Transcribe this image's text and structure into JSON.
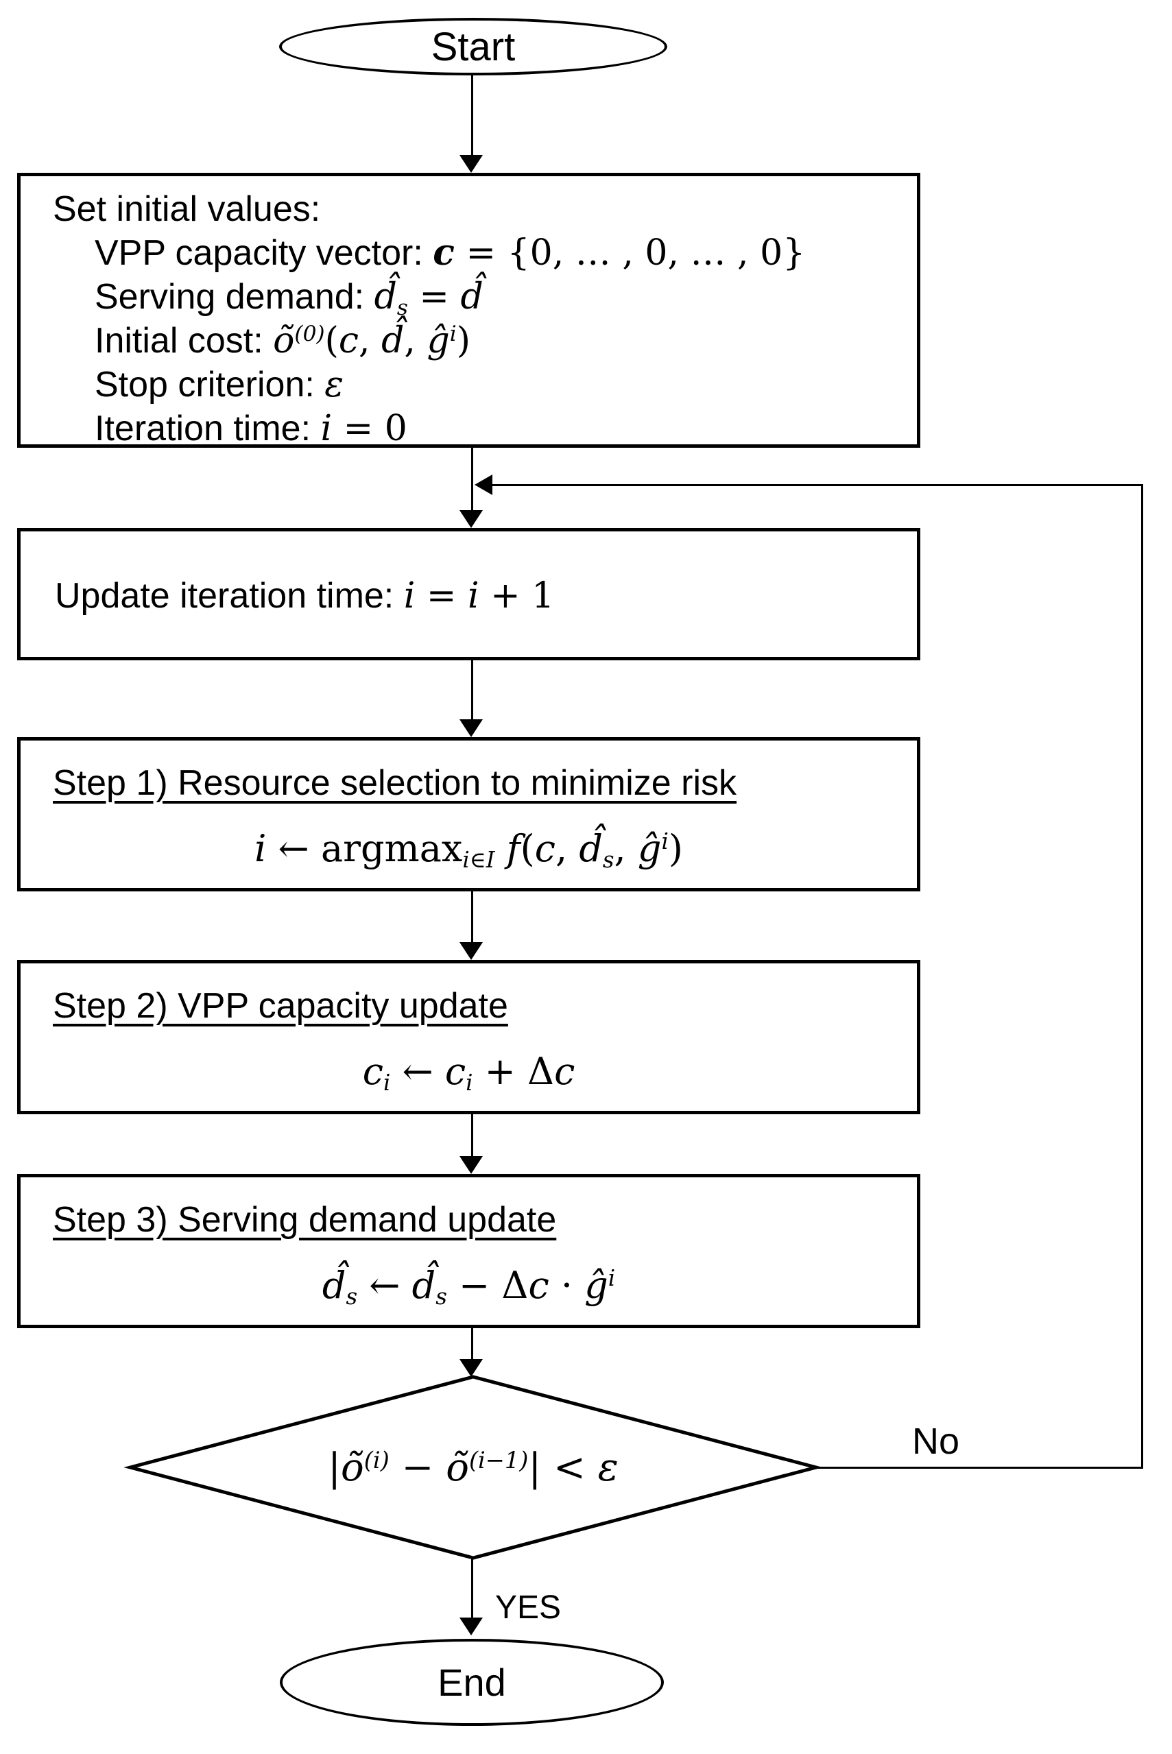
{
  "flowchart": {
    "colors": {
      "stroke": "#000000",
      "background": "#ffffff",
      "text": "#000000"
    },
    "start": {
      "label": "Start"
    },
    "end": {
      "label": "End"
    },
    "init_box": {
      "heading": "Set initial values:",
      "items": [
        {
          "label": "VPP capacity vector: ",
          "math": [
            {
              "t": "c",
              "c": "vb"
            },
            {
              "t": " = {0, … , 0, … , 0}",
              "c": "r"
            }
          ]
        },
        {
          "label": "Serving demand: ",
          "math": [
            {
              "t": "d̂",
              "c": "v"
            },
            {
              "t": "s",
              "c": "sub"
            },
            {
              "t": " = ",
              "c": "r"
            },
            {
              "t": "d̂",
              "c": "v"
            }
          ]
        },
        {
          "label": "Initial cost: ",
          "math": [
            {
              "t": "õ",
              "c": "v"
            },
            {
              "t": "(0)",
              "c": "sup"
            },
            {
              "t": "(",
              "c": "r"
            },
            {
              "t": "c",
              "c": "v"
            },
            {
              "t": ", ",
              "c": "r"
            },
            {
              "t": "d̂",
              "c": "v"
            },
            {
              "t": ", ",
              "c": "r"
            },
            {
              "t": "ĝ",
              "c": "v"
            },
            {
              "t": "i",
              "c": "sup"
            },
            {
              "t": ")",
              "c": "r"
            }
          ]
        },
        {
          "label": "Stop criterion: ",
          "math": [
            {
              "t": "ε",
              "c": "v"
            }
          ]
        },
        {
          "label": "Iteration time: ",
          "math": [
            {
              "t": "i",
              "c": "v"
            },
            {
              "t": " = 0",
              "c": "r"
            }
          ]
        }
      ]
    },
    "update_box": {
      "label": "Update iteration time: ",
      "math": [
        {
          "t": "i",
          "c": "v"
        },
        {
          "t": " = ",
          "c": "r"
        },
        {
          "t": "i",
          "c": "v"
        },
        {
          "t": " + 1",
          "c": "r"
        }
      ]
    },
    "step1_box": {
      "title": "Step 1) Resource selection to minimize risk",
      "formula": [
        {
          "t": "i",
          "c": "v"
        },
        {
          "t": " ← ",
          "c": "r"
        },
        {
          "t": "argmax",
          "c": "r"
        },
        {
          "t": "i∈I",
          "c": "sub"
        },
        {
          "t": " f",
          "c": "v"
        },
        {
          "t": "(",
          "c": "r"
        },
        {
          "t": "c",
          "c": "v"
        },
        {
          "t": ", ",
          "c": "r"
        },
        {
          "t": "d̂",
          "c": "v"
        },
        {
          "t": "s",
          "c": "sub"
        },
        {
          "t": ", ",
          "c": "r"
        },
        {
          "t": "ĝ",
          "c": "v"
        },
        {
          "t": "i",
          "c": "sup"
        },
        {
          "t": ")",
          "c": "r"
        }
      ]
    },
    "step2_box": {
      "title": "Step 2) VPP capacity update",
      "formula": [
        {
          "t": "c",
          "c": "v"
        },
        {
          "t": "i",
          "c": "sub"
        },
        {
          "t": " ← ",
          "c": "r"
        },
        {
          "t": "c",
          "c": "v"
        },
        {
          "t": "i",
          "c": "sub"
        },
        {
          "t": " + Δ",
          "c": "r"
        },
        {
          "t": "c",
          "c": "v"
        }
      ]
    },
    "step3_box": {
      "title": "Step 3) Serving demand update",
      "formula": [
        {
          "t": "d̂",
          "c": "v"
        },
        {
          "t": "s",
          "c": "sub"
        },
        {
          "t": " ← ",
          "c": "r"
        },
        {
          "t": "d̂",
          "c": "v"
        },
        {
          "t": "s",
          "c": "sub"
        },
        {
          "t": " − Δ",
          "c": "r"
        },
        {
          "t": "c",
          "c": "v"
        },
        {
          "t": " · ",
          "c": "r"
        },
        {
          "t": "ĝ",
          "c": "v"
        },
        {
          "t": "i",
          "c": "sup"
        }
      ]
    },
    "decision": {
      "formula": [
        {
          "t": "|",
          "c": "r"
        },
        {
          "t": "õ",
          "c": "v"
        },
        {
          "t": "(i)",
          "c": "sup"
        },
        {
          "t": " − ",
          "c": "r"
        },
        {
          "t": "õ",
          "c": "v"
        },
        {
          "t": "(i−1)",
          "c": "sup"
        },
        {
          "t": "| < ",
          "c": "r"
        },
        {
          "t": "ε",
          "c": "v"
        }
      ],
      "no_label": "No",
      "yes_label": "YES"
    }
  }
}
